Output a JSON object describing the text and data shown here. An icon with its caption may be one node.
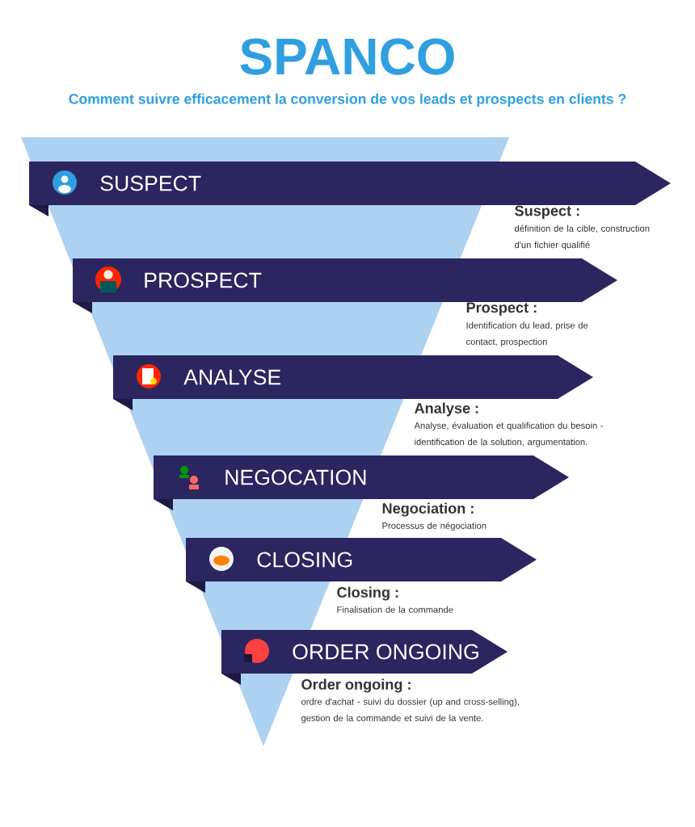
{
  "diagram": {
    "title": "SPANCO",
    "caption": "Comment suivre efficacement la conversion de vos leads et prospects en clients ?",
    "nodes": [
      {
        "text": [
          "SUSPECT"
        ],
        "beside": [
          "Suspect :",
          "définition de la cible, construction d'un fichier qualifié"
        ]
      },
      {
        "text": [
          "PROSPECT"
        ],
        "beside": [
          "Prospect :",
          "Identification du lead, prise de contact, prospection"
        ]
      },
      {
        "text": [
          "ANALYSE"
        ],
        "beside": [
          "Analyse :",
          "Analyse, évaluation et qualification du besoin - identification de la solution, argumentation."
        ]
      },
      {
        "text": [
          "NEGOCATION"
        ],
        "beside": [
          "Negociation :",
          "Processus de négociation"
        ]
      },
      {
        "text": [
          "CLOSING"
        ],
        "beside": [
          "Closing :",
          "Finalisation de la commande"
        ]
      },
      {
        "text": [
          "ORDER ONGOING"
        ],
        "beside": [
          "Order ongoing :",
          "ordre d'achat - suivi du dossier (up and cross-selling), gestion de la commande et suivi de la vente."
        ]
      }
    ]
  }
}
